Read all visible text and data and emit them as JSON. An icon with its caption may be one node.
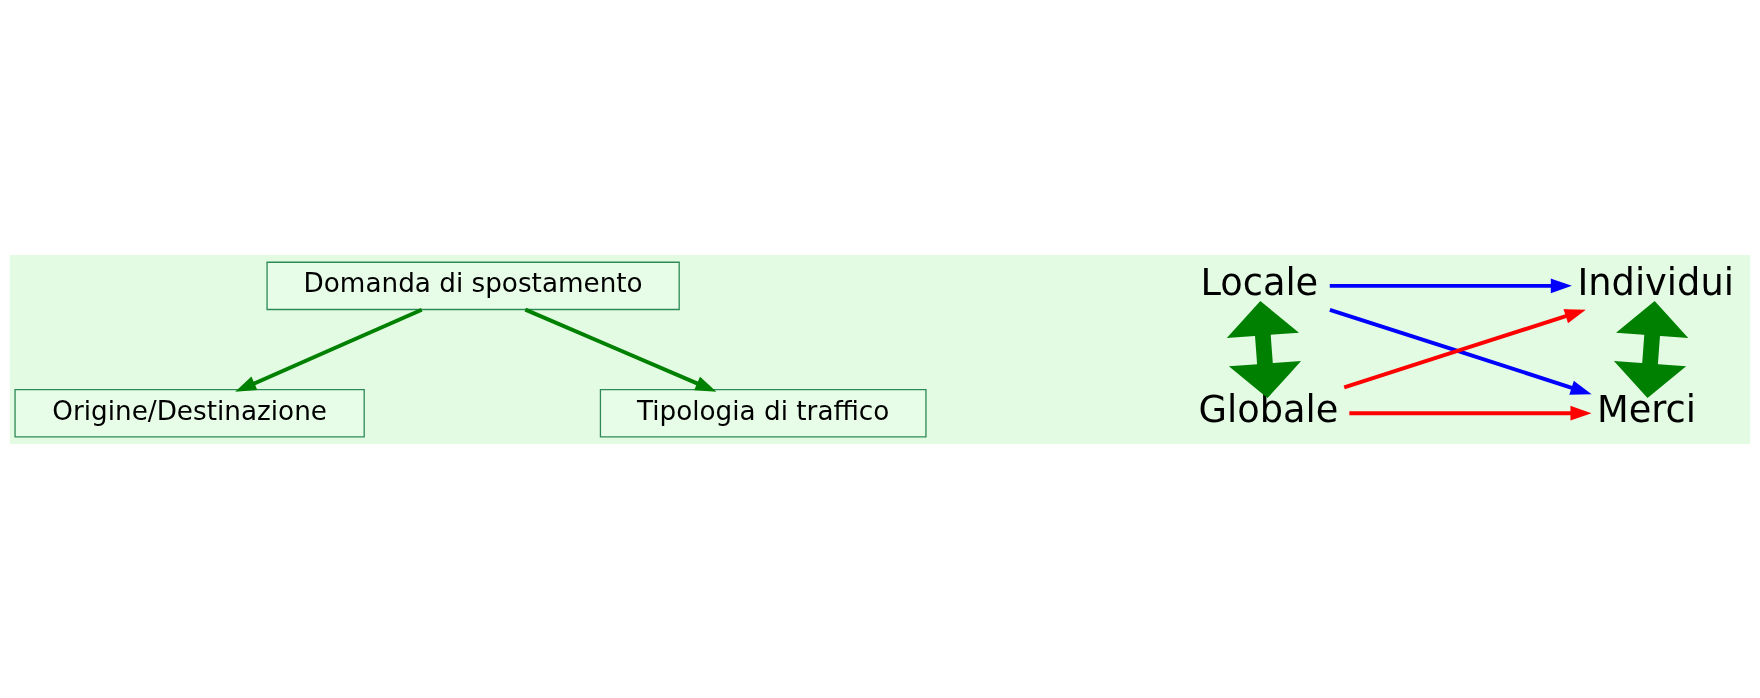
{
  "diagram": {
    "nodes": [
      {
        "text": [
          "Domanda di spostamento"
        ]
      },
      {
        "text": [
          "Origine/Destinazione"
        ]
      },
      {
        "text": [
          "Tipologia di traffico"
        ]
      },
      {
        "text": [
          "Locale"
        ]
      },
      {
        "text": [
          "Globale"
        ]
      },
      {
        "text": [
          "Individui"
        ]
      },
      {
        "text": [
          "Merci"
        ]
      }
    ],
    "edges": [
      {
        "from": 0,
        "to": 1,
        "arrow": "to",
        "color": "#008000"
      },
      {
        "from": 0,
        "to": 2,
        "arrow": "to",
        "color": "#008000"
      },
      {
        "from": 3,
        "to": 5,
        "arrow": "to",
        "color": "#0000ff"
      },
      {
        "from": 3,
        "to": 6,
        "arrow": "to",
        "color": "#0000ff"
      },
      {
        "from": 4,
        "to": 5,
        "arrow": "to",
        "color": "#ff0000"
      },
      {
        "from": 4,
        "to": 6,
        "arrow": "to",
        "color": "#ff0000"
      },
      {
        "from": 3,
        "to": 4,
        "arrow": "both",
        "style": "thick",
        "color": "#008000"
      },
      {
        "from": 5,
        "to": 6,
        "arrow": "both",
        "style": "thick",
        "color": "#008000"
      }
    ]
  }
}
